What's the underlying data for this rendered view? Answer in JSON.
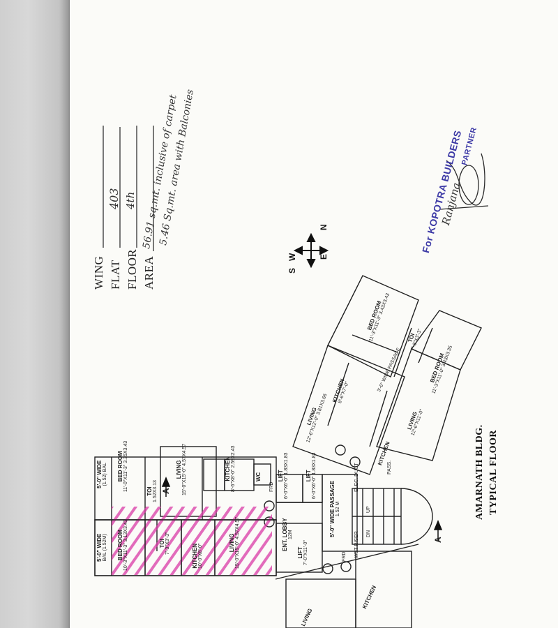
{
  "form": {
    "wing_label": "WING",
    "flat_label": "FLAT",
    "floor_label": "FLOOR",
    "area_label": "AREA",
    "flat_value": "403",
    "floor_value": "4th",
    "area_value_line1": "56.91 sq.mt. inclusive of carpet",
    "area_value_line2": "5.46 Sq.mt. area with Balconies"
  },
  "stamp": {
    "company": "For KOPOTRA BUILDERS",
    "signature": "Ranjana",
    "role": "PARTNER"
  },
  "compass": {
    "n": "N",
    "s": "S",
    "e": "E",
    "w": "W"
  },
  "plan": {
    "title": "AMARNATH BLDG.",
    "subtitle": "TYPICAL FLOOR",
    "section_mark": "A",
    "rooms": [
      {
        "name": "5'-0\" WIDE",
        "dims": "(1.52) BAL"
      },
      {
        "name": "BED ROOM",
        "dims": "11'-0\"X11'-3\" 3.35X3.43"
      },
      {
        "name": "TOI",
        "dims": "1.52X3.13"
      },
      {
        "name": "LIVING",
        "dims": "15'-0\"X15'-0\" 4.57X4.57"
      },
      {
        "name": "KITCHEN",
        "dims": "8'-6\"X8'-0\" 2.59X2.43"
      },
      {
        "name": "WC",
        "dims": ""
      },
      {
        "name": "LIFT",
        "dims": "6'-0\"X6'-0\" 1.83X1.83"
      },
      {
        "name": "LIFT",
        "dims": "6'-0\"X6'-0\" 1.83X1.83"
      },
      {
        "name": "5'-0\" WIDE",
        "dims": "BAL (1.52M)"
      },
      {
        "name": "BED ROOM",
        "dims": "10'-3\"X11'-3\" 3.13X3.43"
      },
      {
        "name": "TOI",
        "dims": "7'-3\"X3'-3\""
      },
      {
        "name": "KITCHEN",
        "dims": "10'-0\"X8'-0\""
      },
      {
        "name": "LIVING",
        "dims": "15'-0\"X15'-0\" 4.57X4.57"
      },
      {
        "name": "ENT. LOBBY",
        "dims": "12M"
      },
      {
        "name": "LIFT",
        "dims": "7'-0\"X11'-0\""
      },
      {
        "name": "5'-0\" WIDE PASSAGE",
        "dims": "1.52 M"
      },
      {
        "name": "BED ROOM",
        "dims": "11'-3\"X11'-3\" 3.43X3.43"
      },
      {
        "name": "TOI",
        "dims": "7'-3\"X3'-3\""
      },
      {
        "name": "KITCHEN",
        "dims": "8'-6\"X7'-0\""
      },
      {
        "name": "LIVING",
        "dims": "12'-6\"X12'-0\" 3.81X3.66"
      },
      {
        "name": "BED ROOM",
        "dims": "11'-3\"X11'-0\" 3.43X3.35"
      },
      {
        "name": "LIVING",
        "dims": "12'-6\"X11'-0\""
      },
      {
        "name": "KITCHEN",
        "dims": ""
      },
      {
        "name": "LIVING",
        "dims": ""
      },
      {
        "name": "KITCHEN",
        "dims": ""
      }
    ],
    "labels": [
      "FRD",
      "DN",
      "UP",
      "ELEC. DUCT",
      "PASS.",
      "WET RISER",
      "3'-6\" WIDE PASSAGE"
    ]
  },
  "colors": {
    "hatch": "#d93aa6",
    "stamp": "#3d3aa6",
    "ink": "#222222"
  }
}
